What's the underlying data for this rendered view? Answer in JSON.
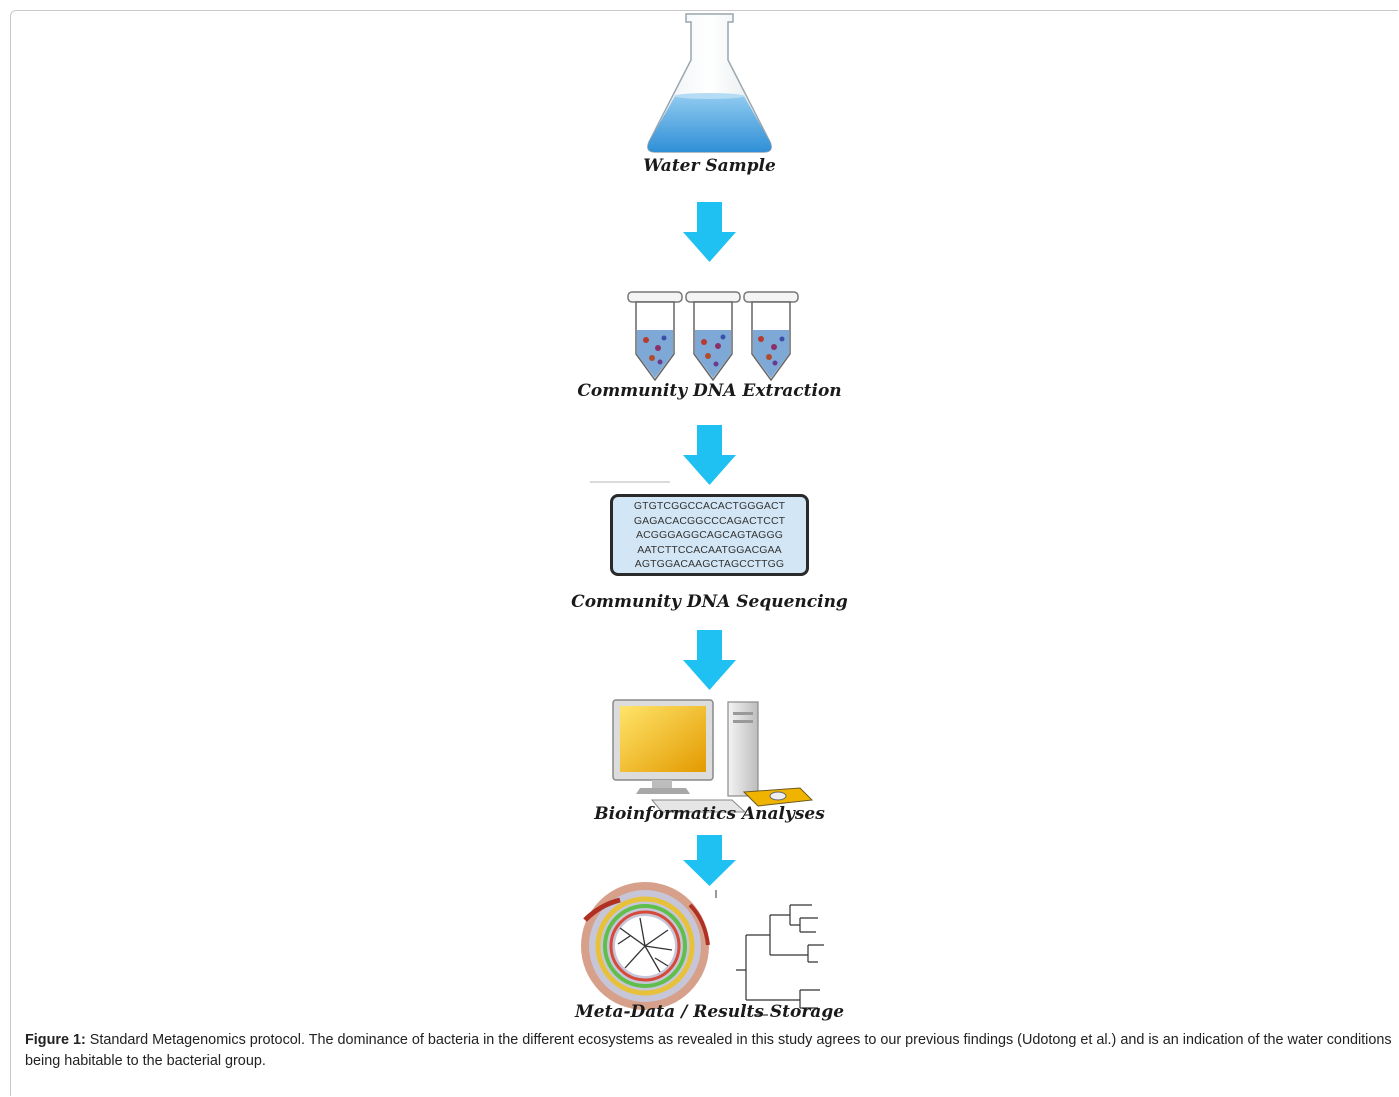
{
  "steps": [
    {
      "label": "Water Sample",
      "icon": "erlenmeyer-flask-icon"
    },
    {
      "label": "Community DNA Extraction",
      "icon": "microcentrifuge-tubes-icon"
    },
    {
      "label": "Community DNA Sequencing",
      "icon": "dna-sequence-box"
    },
    {
      "label": "Bioinformatics Analyses",
      "icon": "desktop-computer-icon"
    },
    {
      "label": "Meta-Data / Results Storage",
      "icon": "phylogenetic-tree-icon"
    }
  ],
  "sequence_lines": [
    "GTGTCGGCCACACTGGGACT",
    "GAGACACGGCCCAGACTCCT",
    "ACGGGAGGCAGCAGTAGGG",
    "AATCTTCCACAATGGACGAA",
    "AGTGGACAAGCTAGCCTTGG"
  ],
  "caption": {
    "lead": "Figure 1:",
    "text": " Standard Metagenomics protocol. The dominance of bacteria in the different ecosystems as revealed in this study agrees to our previous findings (Udotong et al.) and is an indication of the water conditions being habitable to the bacterial group."
  },
  "colors": {
    "arrow": "#1fc0f2",
    "flask_liquid": "#4aa3e0",
    "seq_box": "#d3e6f5",
    "monitor_screen": "#f2b500"
  }
}
